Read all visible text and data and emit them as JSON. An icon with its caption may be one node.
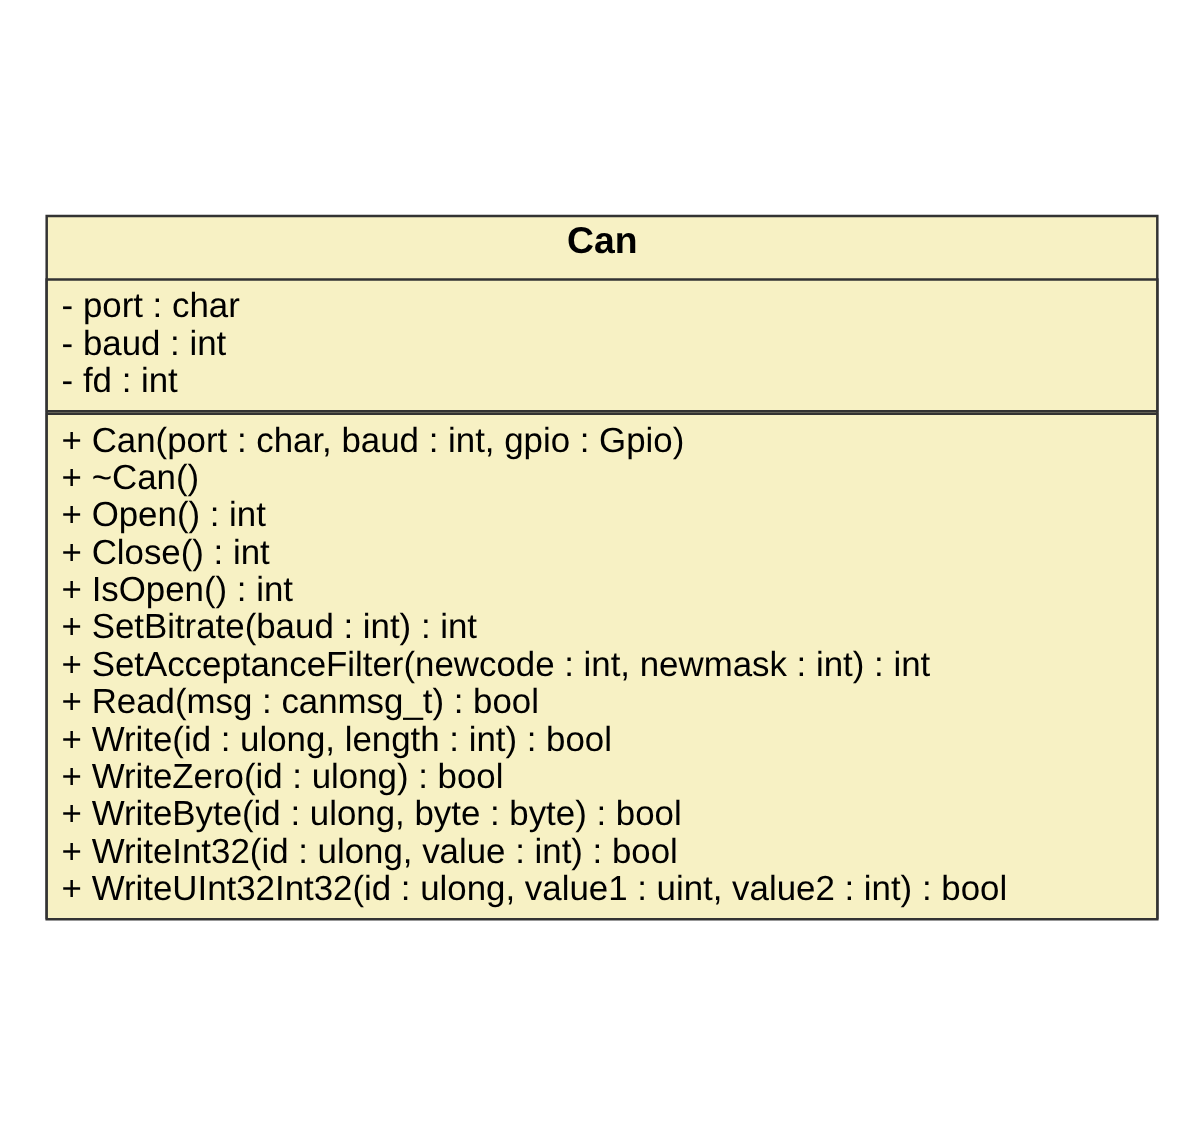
{
  "diagram": {
    "nodes": [
      {
        "text": [
          "Can"
        ]
      },
      {
        "text": [
          "- port : char",
          "- baud : int",
          "- fd : int"
        ],
        "in": 0
      },
      {
        "text": [
          "+ Can(port : char, baud : int, gpio : Gpio)",
          "+ ~Can()",
          "+ Open() : int",
          "+ Close() : int",
          "+ IsOpen() : int",
          "+ SetBitrate(baud : int) : int",
          "+ SetAcceptanceFilter(newcode : int, newmask : int) : int",
          "+ Read(msg : canmsg_t) : bool",
          "+ Write(id : ulong, length : int) : bool",
          "+ WriteZero(id : ulong) : bool",
          "+ WriteByte(id : ulong, byte : byte) : bool",
          "+ WriteInt32(id : ulong, value : int) : bool",
          "+ WriteUInt32Int32(id : ulong, value1 : uint, value2 : int) : bool"
        ],
        "in": 0
      }
    ],
    "edges": []
  }
}
